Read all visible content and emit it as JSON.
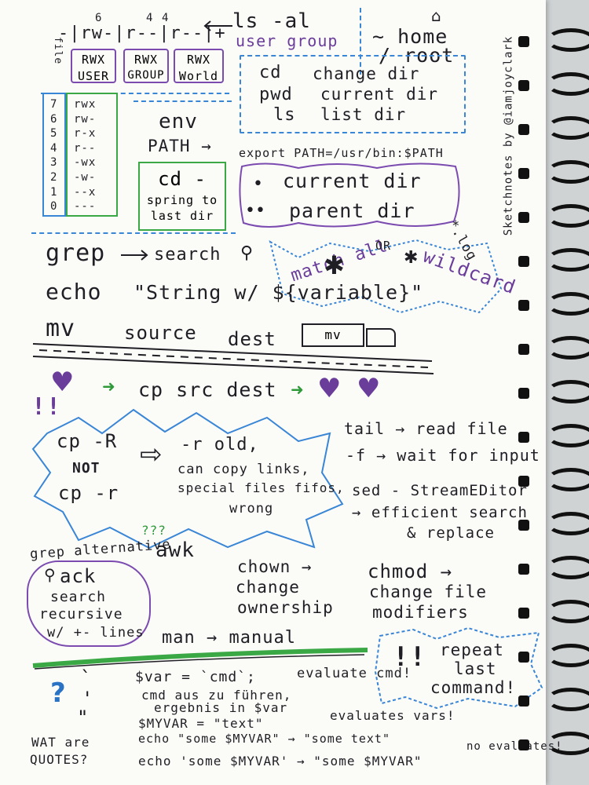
{
  "perms": {
    "file_label": "file",
    "digits": [
      "6",
      "4",
      "4"
    ],
    "perm_string": "-|rw-|r--|r--|+",
    "ls_cmd": "ls -al",
    "user_group": "user group",
    "boxes": [
      {
        "top": "RWX",
        "bottom": "USER"
      },
      {
        "top": "RWX",
        "bottom": "GROUP"
      },
      {
        "top": "RWX",
        "bottom": "World"
      }
    ]
  },
  "home": {
    "tilde": "~ home",
    "slash": "/ root"
  },
  "dirs": [
    {
      "cmd": "cd",
      "desc": "change dir"
    },
    {
      "cmd": "pwd",
      "desc": "current dir"
    },
    {
      "cmd": "ls",
      "desc": "list dir"
    }
  ],
  "octal": {
    "numbers": [
      "7",
      "6",
      "5",
      "4",
      "3",
      "2",
      "1",
      "0"
    ],
    "perms": [
      "rwx",
      "rw-",
      "r-x",
      "r--",
      "-wx",
      "-w-",
      "--x",
      "---"
    ]
  },
  "env": {
    "title": "env",
    "path": "PATH →",
    "export": "export PATH=/usr/bin:$PATH"
  },
  "cd_dash": {
    "cmd": "cd -",
    "desc1": "spring to",
    "desc2": "last dir"
  },
  "dots": {
    "one": "current dir",
    "two": "parent dir"
  },
  "grep": {
    "cmd": "grep",
    "desc": "search",
    "match_all": "match all",
    "or": "OR",
    "wildcard": "wildcard",
    "log": "*.log"
  },
  "echo": {
    "cmd": "echo",
    "text": "\"String w/ ${variable}\""
  },
  "mv": {
    "cmd": "mv",
    "source": "source",
    "dest": "dest",
    "truck": "mv"
  },
  "cp": {
    "text": "cp src dest"
  },
  "cp_note": {
    "bang": "!!",
    "line1": "cp -R",
    "line2": "NOT",
    "line3": "cp -r",
    "right1": "-r old,",
    "right2": "can copy links,",
    "right3": "special files fifos,",
    "right4": "wrong"
  },
  "tail": {
    "line1": "tail → read file",
    "line2": "-f → wait for input"
  },
  "sed": {
    "line1": "sed - StreamEDitor",
    "line2": "→ efficient search",
    "line3": "& replace"
  },
  "awk": {
    "label": "awk",
    "q": "???"
  },
  "ack": {
    "header": "grep alternative",
    "title": "ack",
    "line1": "search",
    "line2": "recursive",
    "line3": "w/ +- lines"
  },
  "chown": {
    "line1": "chown →",
    "line2": "change",
    "line3": "ownership"
  },
  "chmod": {
    "line1": "chmod →",
    "line2": "change file",
    "line3": "modifiers"
  },
  "man": {
    "text": "man → manual"
  },
  "repeat": {
    "bang": "!!",
    "line1": "repeat",
    "line2": "last",
    "line3": "command!"
  },
  "quotes": {
    "side1": "WAT are",
    "side2": "QUOTES?",
    "q": "?",
    "backtick_line1": "$var = `cmd`;",
    "backtick_note": "evaluate cmd!",
    "backtick_line2": "cmd aus zu führen,",
    "backtick_line3": "ergebnis in $var",
    "double_line1": "$MYVAR = \"text\"",
    "double_note": "evaluates vars!",
    "double_line2": "echo \"some $MYVAR\" → \"some text\"",
    "single_line": "echo 'some $MYVAR' → \"some $MYVAR\"",
    "single_note": "no evaluates!"
  },
  "credit": "Sketchnotes by @iamjoyclark",
  "colors": {
    "purple": "#6a3d9a",
    "green": "#2f9a3a",
    "blue": "#2a73c4",
    "ink": "#1e1e24"
  }
}
